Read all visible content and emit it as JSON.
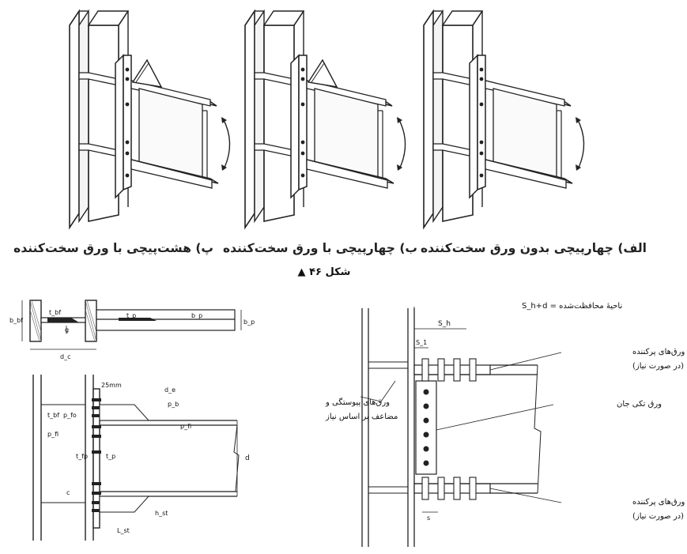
{
  "captions": {
    "alef": "الف) چهارپیچی بدون ورق سخت‌کننده",
    "be": "ب) چهارپیچی با ورق سخت‌کننده",
    "pe": "پ) هشت‌پیچی با ورق سخت‌کننده"
  },
  "figure_number": "شکل ۴۶ ▲",
  "left_detail": {
    "labels": {
      "b_bf": "b_bf",
      "t_bf": "t_bf",
      "g": "g",
      "t_p": "t_p",
      "b_p": "b_p",
      "b_p2": "b_p",
      "d_c": "d_c",
      "mm25": "25mm",
      "d_e": "d_e",
      "p_b": "p_b",
      "p_fo": "p_fo",
      "p_fi": "p_fi",
      "t_bf2": "t_bf",
      "p_fi2": "p_fi",
      "t_fp": "t_fp",
      "t_p2": "t_p",
      "d": "d",
      "c": "c",
      "h_st": "h_st",
      "L_st": "L_st"
    }
  },
  "right_detail": {
    "protected_zone": "ناحیهٔ محافظت‌شده = S_h+d",
    "S_h": "S_h",
    "S1": "S_1",
    "s": "s",
    "filler_top": [
      "ورق‌های پرکننده",
      "(در صورت نیاز)"
    ],
    "single_web_plate": "ورق تکی جان",
    "continuity_plates": [
      "ورق‌های پیوستگی و",
      "مضاعف بر اساس نیاز"
    ],
    "filler_bottom": [
      "ورق‌های پرکننده",
      "(در صورت نیاز)"
    ]
  }
}
